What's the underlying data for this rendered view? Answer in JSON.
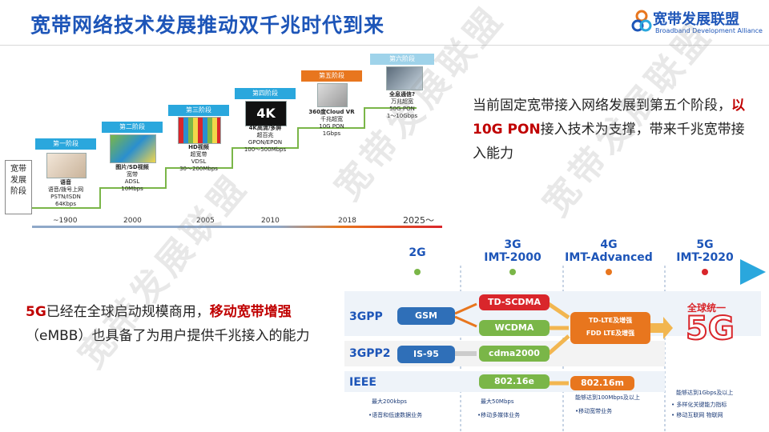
{
  "header": {
    "title": "宽带网络技术发展推动双千兆时代到来",
    "logo_cn": "宽带发展联盟",
    "logo_en": "Broadband Development Alliance"
  },
  "watermark": "宽带发展联盟",
  "broadband_chart": {
    "axis_label": "宽带\n发展\n阶段",
    "stages": [
      {
        "header": "第一阶段",
        "lines": [
          "语音",
          "语音/拨号上网",
          "PSTN/ISDN",
          "64Kbps"
        ]
      },
      {
        "header": "第二阶段",
        "lines": [
          "图片/SD视频",
          "宽带",
          "ADSL",
          "10Mbps"
        ]
      },
      {
        "header": "第三阶段",
        "lines": [
          "HD视频",
          "超宽带",
          "VDSL",
          "30～200Mbps"
        ]
      },
      {
        "header": "第四阶段",
        "lines": [
          "4K高清/多屏",
          "超百兆",
          "GPON/EPON",
          "100～500Mbps"
        ]
      },
      {
        "header": "第五阶段",
        "lines": [
          "360度Cloud VR",
          "千兆超宽",
          "10G PON",
          "1Gbps"
        ]
      },
      {
        "header": "第六阶段",
        "lines": [
          "全息通信?",
          "万兆超宽",
          "50G-PON",
          "1～10Gbps"
        ]
      }
    ],
    "years": [
      "~1900",
      "2000",
      "2005",
      "2010",
      "2018",
      "2025～"
    ]
  },
  "right_text": {
    "part1": "当前固定宽带接入网络发展到第五个阶段，",
    "highlight": "以10G PON",
    "part2": "接入技术为支撑，带来千兆宽带接入能力"
  },
  "left_text": {
    "highlight1": "5G",
    "part1": "已经在全球启动规模商用，",
    "highlight2": "移动宽带增强",
    "part2": "（eMBB）也具备了为用户提供千兆接入的能力"
  },
  "mobile_chart": {
    "generations": [
      {
        "line1": "",
        "line2": "2G"
      },
      {
        "line1": "3G",
        "line2": "IMT-2000"
      },
      {
        "line1": "4G",
        "line2": "IMT-Advanced"
      },
      {
        "line1": "5G",
        "line2": "IMT-2020"
      }
    ],
    "orgs": [
      "3GPP",
      "3GPP2",
      "IEEE"
    ],
    "gsm": "GSM",
    "is95": "IS-95",
    "td_scdma": "TD-SCDMA",
    "wcdma": "WCDMA",
    "cdma2000": "cdma2000",
    "wimax_3g": "802.16e",
    "lte1": "TD-LTE及增强",
    "lte2": "FDD LTE及增强",
    "wimax_4g": "802.16m",
    "unified_label": "全球统一",
    "unified_5g": "5G",
    "notes": [
      {
        "speed": "最大200kbps",
        "service": "•语音和低速数据业务"
      },
      {
        "speed": "最大50Mbps",
        "service": "•移动多媒体业务"
      },
      {
        "speed": "能够达到100Mbps及以上",
        "service": "•移动宽带业务"
      },
      {
        "speed": "能够达到1Gbps及以上",
        "service": "•  多样化关键能力指标",
        "service2": "•  移动互联网 物联网"
      }
    ],
    "colors": {
      "blue_pill": "#2f6fb8",
      "green_pill": "#7ab648",
      "orange_pill": "#e8761e",
      "red_pill": "#d9262b"
    }
  }
}
